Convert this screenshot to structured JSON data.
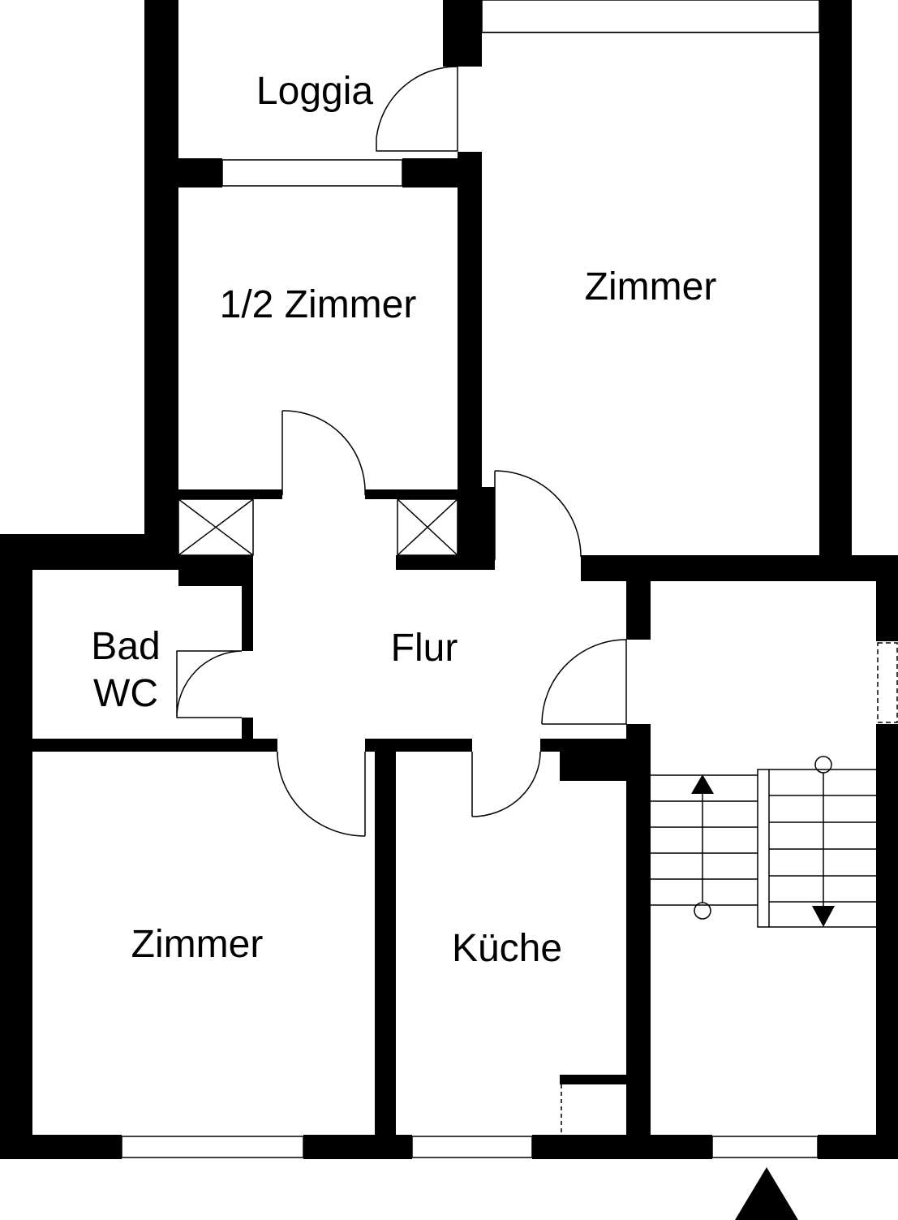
{
  "rooms": {
    "loggia": "Loggia",
    "half_room": "1/2 Zimmer",
    "room_upper": "Zimmer",
    "bath": "Bad",
    "wc": "WC",
    "hall": "Flur",
    "room_lower": "Zimmer",
    "kitchen": "Küche"
  },
  "colors": {
    "wall": "#000000",
    "background": "#ffffff"
  },
  "icons": {
    "entrance": "triangle-up-arrow",
    "stair_up": "arrow-up",
    "stair_down": "arrow-down"
  }
}
